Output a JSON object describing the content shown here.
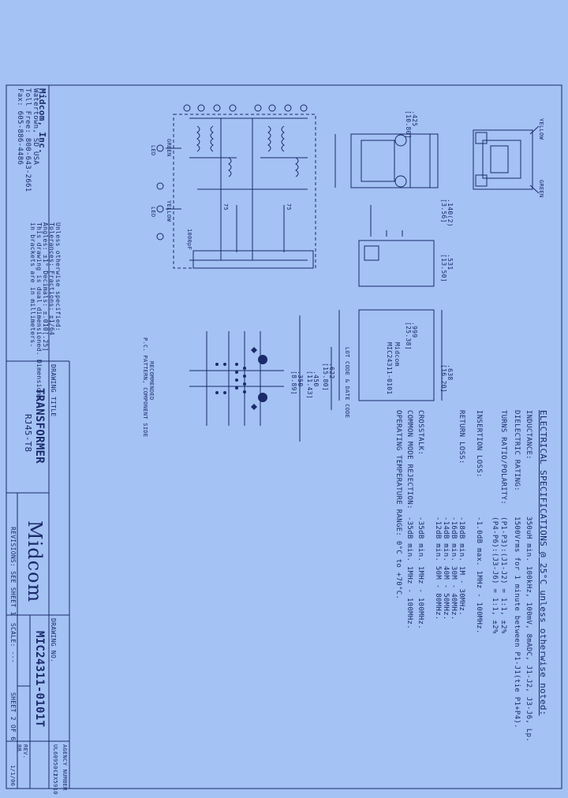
{
  "company": {
    "name": "Midcom, Inc.",
    "city": "Watertown, SD USA",
    "tollfree": "Toll Free: 800-643-2661",
    "fax": "Fax: 605-886-4486",
    "logo": "Midcom"
  },
  "tolerance": {
    "line1": "Unless otherwise specified:",
    "line2": "Tolerances: Fractions: ±1/64",
    "line3": "Angles: ±1°    Decimals: ±.010[.25]",
    "line4": "This drawing is dual dimensioned. Dimensions",
    "line5": "in brackets are in millimeters."
  },
  "title_block": {
    "drawing_title_label": "DRAWING TITLE",
    "title": "TRANSFORMER",
    "subtitle": "RJ45-T8",
    "drawing_no_label": "DRAWING NO.",
    "drawing_no": "MIC24311-0101T",
    "revisions": "REVISIONS: SEE SHEET 1",
    "scale": "SCALE: ---",
    "sheet": "SHEET 2 OF 6",
    "rev_label": "REV.",
    "rev": "BB",
    "date": "1/1/06",
    "agency_label": "AGENCY NUMBER",
    "agency_1": "UL60950-1",
    "agency_2": "C2X5910"
  },
  "specs": {
    "heading": "ELECTRICAL SPECIFICATIONS @ 25°C unless otherwise noted:",
    "inductance_label": "INDUCTANCE:",
    "inductance": "350uH min. 100kHz, 100mV, 8mADC, J1-J2, J3-J6, Lp.",
    "dielectric_label": "DIELECTRIC RATING:",
    "dielectric": "1500Vrms for 1 minute between P1-J1(tie P1+P4).",
    "turns_label": "TURNS RATIO/POLARITY:",
    "turns_1": "(P1-P3):(J1-J2) = 1:1, ±2%",
    "turns_2": "(P4-P6):(J3-J6) = 1:1, ±2%",
    "insertion_label": "INSERTION LOSS:",
    "insertion": "-1.0dB max. 1MHz - 100MHz.",
    "return_label": "RETURN LOSS:",
    "return_1": "-18dB min. 1M - 30MHz.",
    "return_2": "-16dB min. 30M - 40MHz.",
    "return_3": "-14dB min. 40M - 50MHz.",
    "return_4": "-12dB min. 50M - 80MHz.",
    "crosstalk_label": "CROSSTALK:",
    "crosstalk": "-35dB min. 1MHz - 100MHz.",
    "cmr_label": "COMMON MODE REJECTION:",
    "cmr": "-35dB min. 1MHz - 100MHz.",
    "temp_label": "OPERATING TEMPERATURE RANGE: 0°C to +70°C."
  },
  "drawing": {
    "yellow": "YELLOW",
    "green": "GREEN",
    "dim_425": ".425",
    "dim_425mm": "[10.80]",
    "dim_140": ".140(2)",
    "dim_140mm": "[3.56]",
    "dim_531": ".531",
    "dim_531mm": "[13.50]",
    "dim_999": ".999",
    "dim_999mm": "[25.38]",
    "dim_638": ".638",
    "dim_638mm": "[16.20]",
    "part_marking_1": "Midcom",
    "part_marking_2": "MIC24311-0101",
    "lot_code": "LOT CODE & DATE CODE",
    "dim_622": ".622",
    "dim_622mm": "[15.80]",
    "dim_450": ".450",
    "dim_450mm": "[11.43]",
    "dim_350": ".350",
    "dim_350mm": "[8.89]",
    "pcb_note_1": "RECOMMENDED",
    "pcb_note_2": "P.C. PATTERN, COMPONENT SIDE",
    "led_1": "LED",
    "led_2": "LED",
    "cap_note": "1000pF",
    "res_75": "75"
  }
}
